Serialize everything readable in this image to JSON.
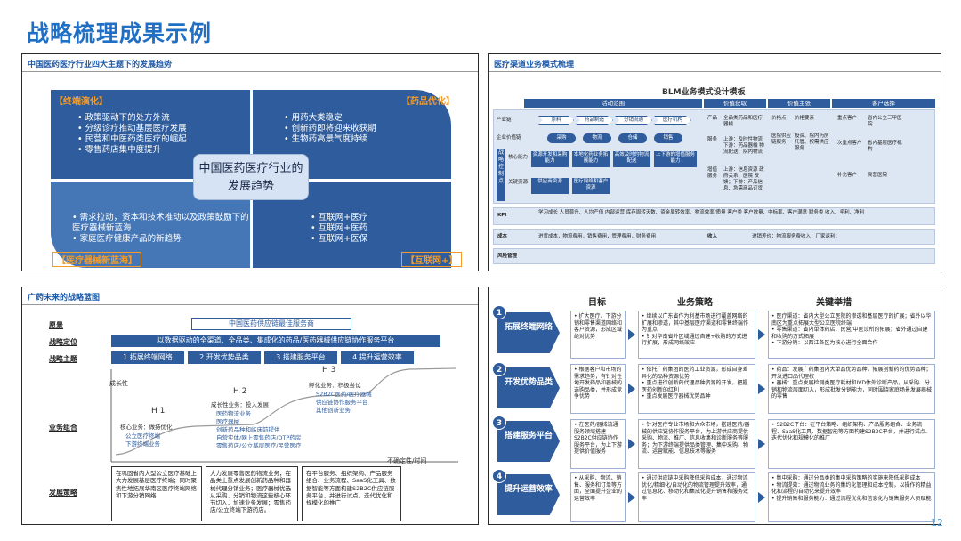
{
  "slide_title": "战略梳理成果示例",
  "page_number": "12",
  "panel1": {
    "title": "中国医药医疗行业四大主题下的发展趋势",
    "center": [
      "中国医药医疗行业的",
      "发展趋势"
    ],
    "tl_label": "【终端演化】",
    "tr_label": "【药品优化】",
    "bl_label": "【医疗器械新蓝海】",
    "br_label": "【互联网+】",
    "tl_items": [
      "政策驱动下的处方外流",
      "分级诊疗推动基层医疗发展",
      "民营和中医药类医疗的崛起",
      "零售药店集中度提升"
    ],
    "tr_items": [
      "用药大类稳定",
      "创新药即将迎来收获期",
      "生物药高景气度持续"
    ],
    "bl_items": [
      "需求拉动，资本和技术推动以及政策鼓励下的医疗器械新蓝海",
      "家庭医疗健康产品的新趋势"
    ],
    "br_items": [
      "互联网+医疗",
      "互联网+医药",
      "互联网+医保"
    ]
  },
  "panel2": {
    "title": "医疗渠道业务模式梳理",
    "heading": "BLM业务模式设计模板",
    "col_heads": [
      "活动范围",
      "价值获取",
      "价值主张",
      "客户选择"
    ],
    "industry_chain_label": "产业链",
    "industry_chain": [
      "原料",
      "药品制造",
      "分销流通",
      "医疗机构"
    ],
    "enterprise_value_label": "企业价值链",
    "enterprise_value": [
      "采购",
      "物流",
      "仓储",
      "销售"
    ],
    "strategic_label": "战略控制点",
    "core_capability_label": "核心能力",
    "core_capability": [
      "资源开发和采购能力",
      "本地化药业务拓展能力",
      "高效及时的物流配送",
      "上下游的增值服务能力"
    ],
    "key_resource_label": "关键资源",
    "key_resource": [
      "供应商资源",
      "医疗网络和客户资源"
    ],
    "product_label": "产品",
    "product_text": "全品类药品和医疗器械",
    "service_label": "服务",
    "service_text": "上游：及时性物流 下游：药品器械 物流配送、院内物流",
    "value_label": "增值服务",
    "value_text": "上游：信息资源 政府关系、医院 反馈；下游：产品信息、急需商品订货",
    "price_label": "价格点",
    "price_text": "价格要素",
    "med_label": "医院供应链服务",
    "med_text": "投资、院内药房托管、按需供应服务",
    "key_customer": "重点客户",
    "key_customer_text": "省内公立三甲医院",
    "sub_customer": "次重点客户",
    "sub_customer_text": "省内基层医疗机构",
    "supp_customer": "补充客户",
    "supp_customer_text": "民营医院",
    "kpi_label": "KPI",
    "kpi_text": "学习成长 人员晋升、人均产值 内部运营 库存周转天数、资金周转效率、物流效率/质量 客户类 客户数量、中标率、客户满意 财务类 收入、毛利、净利",
    "cost_label": "成本",
    "cost_text": "进货成本，物流费用，销售费用，管理费用，财务费用",
    "income_label": "收入",
    "income_text": "进销差价；物流服务费收入；厂家返利；",
    "risk_label": "风险管理"
  },
  "panel3": {
    "title": "广药未来的战略蓝图",
    "row_vision": "愿景",
    "row_position": "战略定位",
    "row_theme": "战略主题",
    "row_portfolio": "业务组合",
    "row_strategy": "发展策略",
    "vision": "中国医药供应链最佳服务商",
    "position": "以数据驱动的全渠道、全品类、集成化的药品/医药器械供应链协作服务平台",
    "themes": [
      "1.拓展终端网络",
      "2.开发优势品类",
      "3.搭建服务平台",
      "4.提升运营效率"
    ],
    "growth_label": "成长性",
    "time_label": "不确定性/时间",
    "h1": "H 1",
    "h2": "H 2",
    "h3": "H 3",
    "h1_title": "核心业务：做持优化",
    "h1_items": [
      "公立医疗终端",
      "下游终端业务"
    ],
    "h2_title": "成长性业务：投入发展",
    "h2_items": [
      "医药物流业务",
      "医疗器械",
      "创新药品种和临床前提供",
      "自营实体/网上零售药店/DTP药房",
      "零售药店/公立基层医疗/民营医疗"
    ],
    "h3_title": "孵化业务：积极尝试",
    "h3_items": [
      "S2B2C医药/医疗器械",
      "供应链协作服务平台",
      "其他创新业务"
    ],
    "strategies": [
      "在巩固省内大型公立医疗基础上大力发展基层医疗终端；同时聚焦性地拓展华南区医疗终端网络和下游分销网络",
      "大力发展零售医药物流业务；在品类上重点发展创新药品种和器械代理分销业务；医疗器械优选从采购、分销和物流这些核心环节切入，加速业务发展；零售药店/公立终端下游药店。",
      "在平台服务、组织架构、产品服务组合、业务流程、SaaS化工具、数据智能等方面构建S2B2C供应链服务平台，并进行试点、迭代优化和规模化的推广"
    ]
  },
  "panel4": {
    "head_goal": "目标",
    "head_strategy": "业务策略",
    "head_action": "关键举措",
    "rows": [
      {
        "num": "1",
        "name": "拓展终端网络",
        "goal": [
          "扩大医疗、下游分销和零售渠道网络和客户资源，形成区域绝对优势"
        ],
        "strategy": [
          "继续以广东省作为利基市场进行覆盖网络的扩展和渗透，其中基层医疗渠道和零售终端作为重点",
          "针对华南省外区域通过自建+收购的方式进行扩展，形成网络效应"
        ],
        "action": [
          "医疗渠道：省内大型公立医院的渗透和基层医疗的扩展；省外以华南区为重点拓展大型公立医院终端",
          "零售渠道：省内单体药店、民营/中医诊所的拓展；省外通过自建和收购的方式拓展",
          "下游分销：以西江各区为核心进行全面合作"
        ]
      },
      {
        "num": "2",
        "name": "开发优势品类",
        "goal": [
          "根据客户和市场的需求趋势，有针对性地开发药品和器械的选购品类，并形成竞争优势"
        ],
        "strategy": [
          "依托广药集团的医药工业资源，形成自身差异化的品种资源优势",
          "重点进行创新药代理品种资源的开发，把握医药创新的红利",
          "重点发展医疗器械优势品种"
        ],
        "action": [
          "药品：发展广药集团内大单品优势品种，拓展创新药的优势品种；开发进口品代理权",
          "器械：重点发展检测类医疗耗材和IVD体外诊断产品，从采购、分销和物流层面切入，形成批发分销能力，同时围绕家庭场景发展器械的零售"
        ]
      },
      {
        "num": "3",
        "name": "搭建服务平台",
        "goal": [
          "在医药/器械流通服务领域搭建S2B2C供应链协作服务平台，为上下游提供价值服务"
        ],
        "strategy": [
          "针对医疗专业市场和大众市场，搭建医药/器械的供应链协作服务平台，为上游供应商提供采购、物流、推广、信息收集和诊断服务等服务；为下游终端提供品类管理、集中采购、物流、运营赋能、信息技术等服务"
        ],
        "action": [
          "S2B2C平台：在平台策略、组织架构、产品服务组合、业务流程、SaaS化工具、数据智能等方面构建S2B2C平台，并进行试点、迭代优化和规模化的推广"
        ]
      },
      {
        "num": "4",
        "name": "提升运营效率",
        "goal": [
          "从采购、物流、销售、服务和订单等方面，全面提升企业的运营效率"
        ],
        "strategy": [
          "通过供应链中采购降低采购成本，通过物流优化/精细化/自动化的物流管理提升效率，通过信息化、移动化和集成化提升销售和服务效率"
        ],
        "action": [
          "集中采购：通过分品类的集中采购策略的实施来降低采购成本",
          "物流提效：通过物流业务的集约化管理和成本控制，以操作的精益化和流程的自动化来提升效率",
          "提升销售和服务能力：通过流程优化和信息化为销售服务人员赋能"
        ]
      }
    ]
  }
}
